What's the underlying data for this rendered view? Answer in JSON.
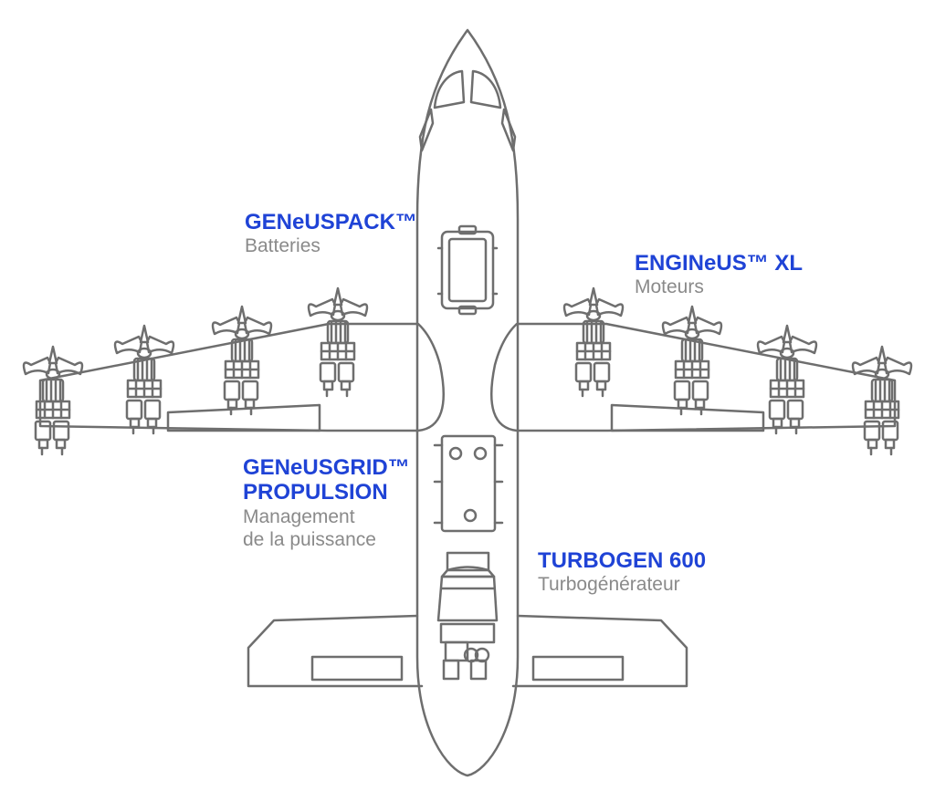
{
  "colors": {
    "accent": "#1f43d6",
    "subtitle": "#8a8a8a",
    "outline": "#6e6e6e"
  },
  "callouts": {
    "batteries": {
      "title": "GENeUSPACK™",
      "subtitle": "Batteries"
    },
    "engines": {
      "title": "ENGINeUS™ XL",
      "subtitle": "Moteurs"
    },
    "grid": {
      "title_line1": "GENeUSGRID™",
      "title_line2": "PROPULSION",
      "subtitle_line1": "Management",
      "subtitle_line2": "de la puissance"
    },
    "turbogen": {
      "title": "TURBOGEN 600",
      "subtitle": "Turbogénérateur"
    }
  }
}
